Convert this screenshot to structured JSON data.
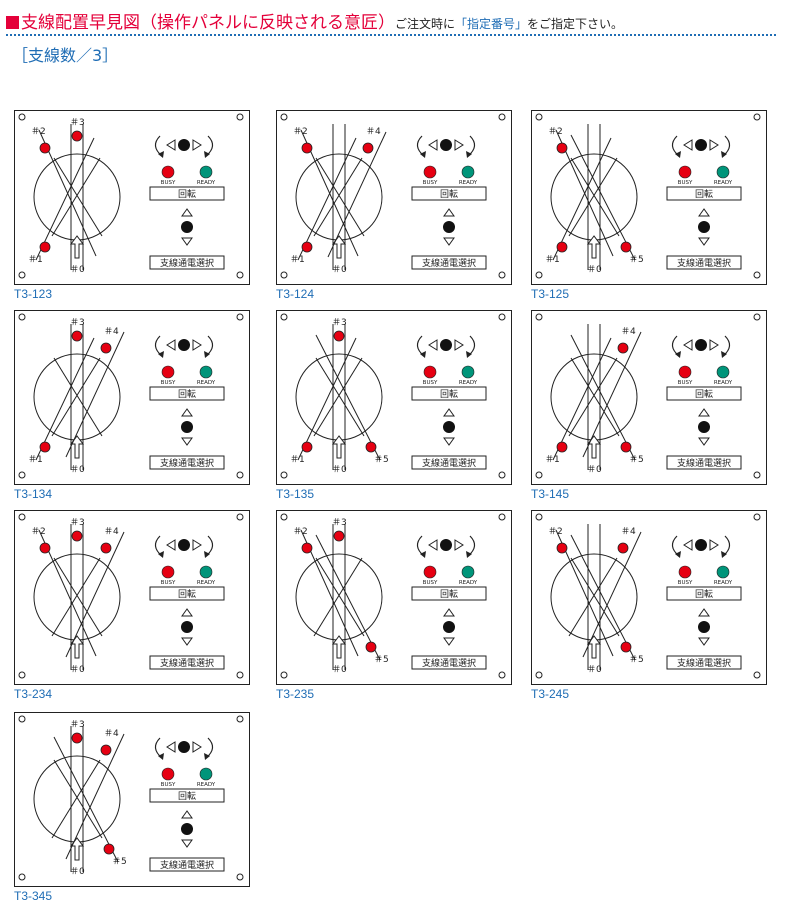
{
  "header": {
    "title": "支線配置早見図（操作パネルに反映される意匠）",
    "note_before": "ご注文時に",
    "note_highlight": "「指定番号」",
    "note_after": "をご指定下さい。",
    "subtitle": "［支線数／3］"
  },
  "panel_text": {
    "rotate_label": "回転",
    "select_label": "支線通電選択",
    "busy_label": "BUSY",
    "ready_label": "READY"
  },
  "colors": {
    "accent_red": "#e4003a",
    "accent_blue": "#1f6db5",
    "led_red": "#e60012",
    "led_green": "#00957a"
  },
  "panels": [
    {
      "code": "T3-123",
      "branches": [
        "1",
        "2",
        "3"
      ]
    },
    {
      "code": "T3-124",
      "branches": [
        "1",
        "2",
        "4"
      ]
    },
    {
      "code": "T3-125",
      "branches": [
        "1",
        "2",
        "5"
      ]
    },
    {
      "code": "T3-134",
      "branches": [
        "1",
        "3",
        "4"
      ]
    },
    {
      "code": "T3-135",
      "branches": [
        "1",
        "3",
        "5"
      ]
    },
    {
      "code": "T3-145",
      "branches": [
        "1",
        "4",
        "5"
      ]
    },
    {
      "code": "T3-234",
      "branches": [
        "2",
        "3",
        "4"
      ]
    },
    {
      "code": "T3-235",
      "branches": [
        "2",
        "3",
        "5"
      ]
    },
    {
      "code": "T3-245",
      "branches": [
        "2",
        "4",
        "5"
      ]
    },
    {
      "code": "T3-345",
      "branches": [
        "3",
        "4",
        "5"
      ]
    }
  ]
}
